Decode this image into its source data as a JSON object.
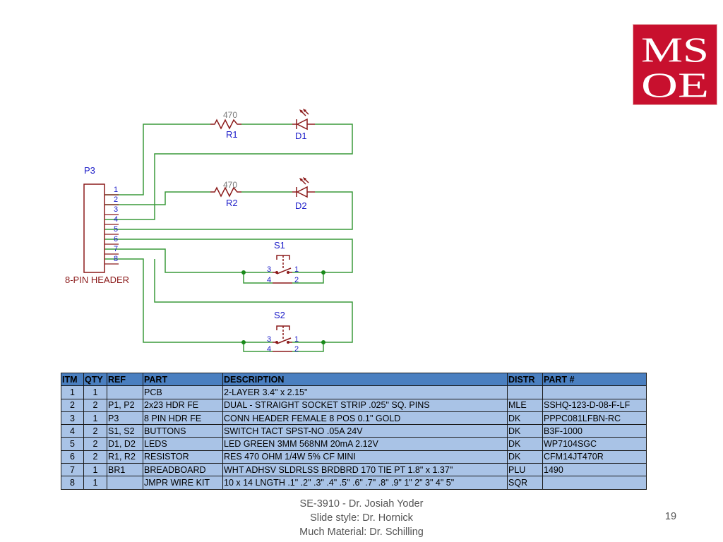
{
  "logo": {
    "line1": "MS",
    "line2": "OE"
  },
  "schematic": {
    "header": {
      "ref": "P3",
      "name": "8-PIN HEADER",
      "pins": [
        "1",
        "2",
        "3",
        "4",
        "5",
        "6",
        "7",
        "8"
      ]
    },
    "resistors": [
      {
        "ref": "R1",
        "value": "470"
      },
      {
        "ref": "R2",
        "value": "470"
      }
    ],
    "leds": [
      {
        "ref": "D1"
      },
      {
        "ref": "D2"
      }
    ],
    "switches": [
      {
        "ref": "S1",
        "pins": [
          "3",
          "1",
          "4",
          "2"
        ]
      },
      {
        "ref": "S2",
        "pins": [
          "3",
          "1",
          "4",
          "2"
        ]
      }
    ],
    "colors": {
      "wire": "#3a9a3a",
      "part": "#8b1a1a",
      "label": "#1a1ac8",
      "value": "#777777",
      "junction": "#1a8a1a"
    }
  },
  "bom": {
    "columns": [
      "ITM",
      "QTY",
      "REF",
      "PART",
      "DESCRIPTION",
      "DISTR",
      "PART #"
    ],
    "rows": [
      [
        "1",
        "1",
        "",
        "PCB",
        "2-LAYER 3.4\" x 2.15\"",
        "",
        ""
      ],
      [
        "2",
        "2",
        "P1, P2",
        "2x23 HDR FE",
        "DUAL - STRAIGHT SOCKET STRIP .025\" SQ. PINS",
        "MLE",
        "SSHQ-123-D-08-F-LF"
      ],
      [
        "3",
        "1",
        "P3",
        "8 PIN HDR FE",
        "CONN HEADER FEMALE 8 POS 0.1\" GOLD",
        "DK",
        "PPPC081LFBN-RC"
      ],
      [
        "4",
        "2",
        "S1, S2",
        "BUTTONS",
        "SWITCH TACT SPST-NO .05A 24V",
        "DK",
        "B3F-1000"
      ],
      [
        "5",
        "2",
        "D1, D2",
        "LEDS",
        "LED GREEN 3MM 568NM 20mA 2.12V",
        "DK",
        "WP7104SGC"
      ],
      [
        "6",
        "2",
        "R1, R2",
        "RESISTOR",
        "RES 470 OHM 1/4W 5% CF MINI",
        "DK",
        "CFM14JT470R"
      ],
      [
        "7",
        "1",
        "BR1",
        "BREADBOARD",
        "WHT ADHSV SLDRLSS BRDBRD 170 TIE PT 1.8\" x 1.37\"",
        "PLU",
        "1490"
      ],
      [
        "8",
        "1",
        "",
        "JMPR WIRE KIT",
        "10 x 14 LNGTH .1\" .2\" .3\" .4\" .5\" .6\" .7\" .8\" .9\" 1\" 2\" 3\" 4\" 5\"",
        "SQR",
        ""
      ]
    ]
  },
  "footer": {
    "line1": "SE-3910  - Dr. Josiah Yoder",
    "line2": "Slide style: Dr. Hornick",
    "line3": "Much Material: Dr. Schilling"
  },
  "page_number": "19"
}
